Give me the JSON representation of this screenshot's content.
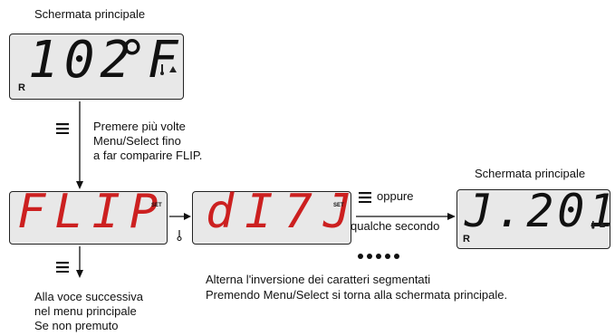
{
  "labels": {
    "main_screen_1": "Schermata principale",
    "main_screen_2": "Schermata principale",
    "step_press": [
      "Premere più volte",
      "Menu/Select fino",
      "a far comparire FLIP."
    ],
    "oppure": "oppure",
    "qualche_secondo": "qualche secondo",
    "next_item": [
      "Alla voce successiva",
      "nel menu principale",
      "Se non premuto"
    ],
    "note": [
      "Alterna l'inversione dei caratteri segmentati",
      "Premendo Menu/Select si torna alla schermata principale."
    ]
  },
  "displays": {
    "home": {
      "text": "102",
      "unit": "°F",
      "indicator": "R",
      "color": "#111111"
    },
    "flip": {
      "text": "FLIP",
      "tag": "SET",
      "color": "#cc2020"
    },
    "dinv": {
      "text": "dI7J",
      "tag": "SET",
      "color": "#cc2020"
    },
    "result": {
      "text": "J.201",
      "indicator": "R",
      "color": "#111111"
    }
  },
  "icons": [
    "menu-icon",
    "thermometer-icon",
    "arrow-up-icon",
    "ellipsis-dots"
  ]
}
